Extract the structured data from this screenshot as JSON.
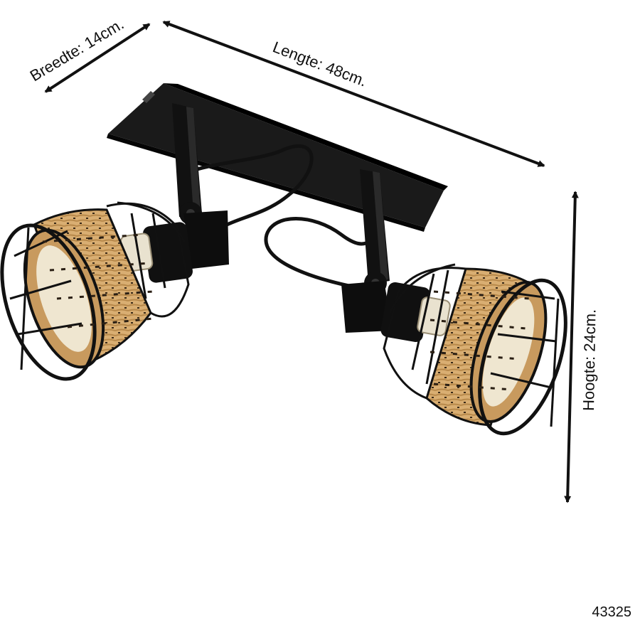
{
  "dimensions": {
    "width_label": "Breedte: 14cm.",
    "length_label": "Lengte: 48cm.",
    "height_label": "Hoogte: 24cm."
  },
  "product_code": "43325",
  "colors": {
    "metal": "#111111",
    "rattan": "#d9ae72",
    "rattan_dark": "#a87a3e",
    "bulb": "#e9e2cf"
  }
}
